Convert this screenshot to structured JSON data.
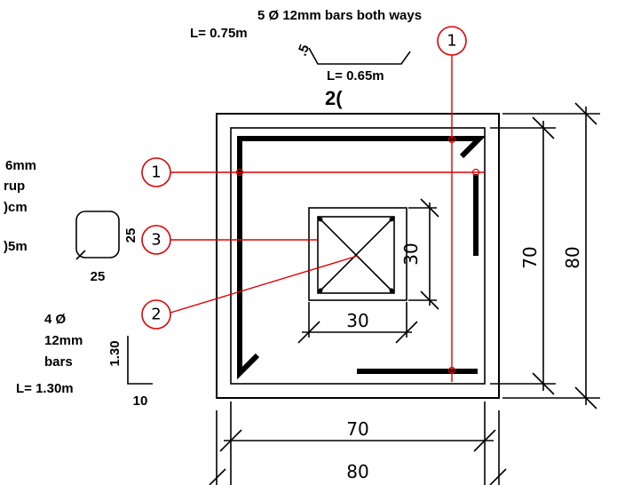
{
  "labels": {
    "top_bars": "5 Ø 12mm bars both ways",
    "top_length": "L= 0.75m",
    "top_bend": ".5",
    "top_len2": "L= 0.65m",
    "top_partial": "2(",
    "stirrup_line1": "6mm",
    "stirrup_line2": "rup",
    "stirrup_line3": ")cm",
    "stirrup_line4": ")5m",
    "stirrup_dim_side": "25",
    "stirrup_dim_bottom": "25",
    "bars_line1": "4 Ø",
    "bars_line2": "12mm",
    "bars_line3": "bars",
    "bars_length": "L= 1.30m",
    "bars_dim_vert": "1.30",
    "bars_dim_horiz": "10"
  },
  "dimensions": {
    "column_width": "30",
    "column_height": "30",
    "inner_width": "70",
    "outer_width": "80",
    "inner_height": "70",
    "outer_height": "80"
  },
  "callouts": {
    "bubble_top": "1",
    "bubble_left_1": "1",
    "bubble_3": "3",
    "bubble_2": "2"
  },
  "colors": {
    "line": "#000000",
    "callout": "#e00000"
  }
}
